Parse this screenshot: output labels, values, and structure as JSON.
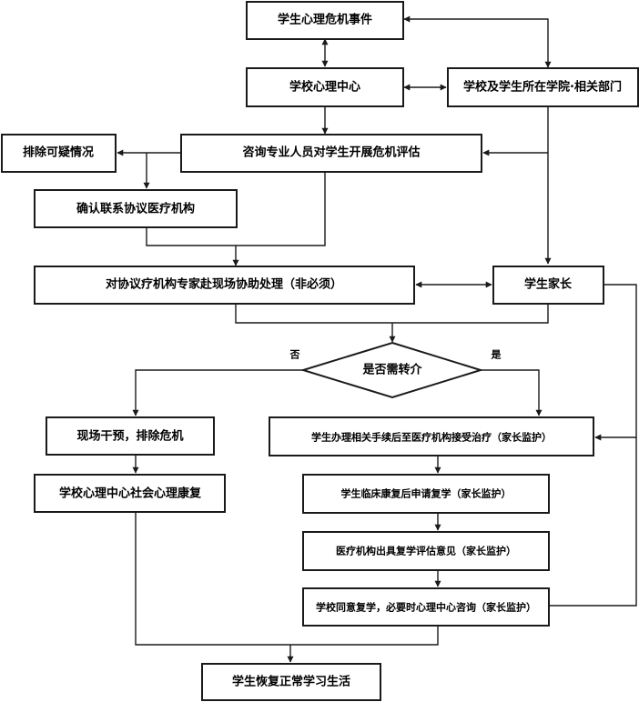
{
  "flowchart": {
    "nodes": {
      "crisis_event": "学生心理危机事件",
      "school_center": "学校心理中心",
      "school_departments": "学校及学生所在学院·相关部门",
      "rule_out": "排除可疑情况",
      "assessment": "咨询专业人员对学生开展危机评估",
      "confirm_institution": "确认联系协议医疗机构",
      "onsite_experts": "对协议疗机构专家赴现场协助处理（非必须）",
      "parents": "学生家长",
      "referral_decision": "是否需转介",
      "onsite_intervention": "现场干预，排除危机",
      "school_rehab": "学校心理中心社会心理康复",
      "hospital_treatment": "学生办理相关手续后至医疗机构接受治疗（家长监护）",
      "apply_return": "学生临床康复后申请复学（家长监护）",
      "medical_opinion": "医疗机构出具复学评估意见（家长监护）",
      "school_approval": "学校同意复学，必要时心理中心咨询（家长监护）",
      "resume_life": "学生恢复正常学习生活"
    },
    "branch_labels": {
      "no": "否",
      "yes": "是"
    }
  }
}
